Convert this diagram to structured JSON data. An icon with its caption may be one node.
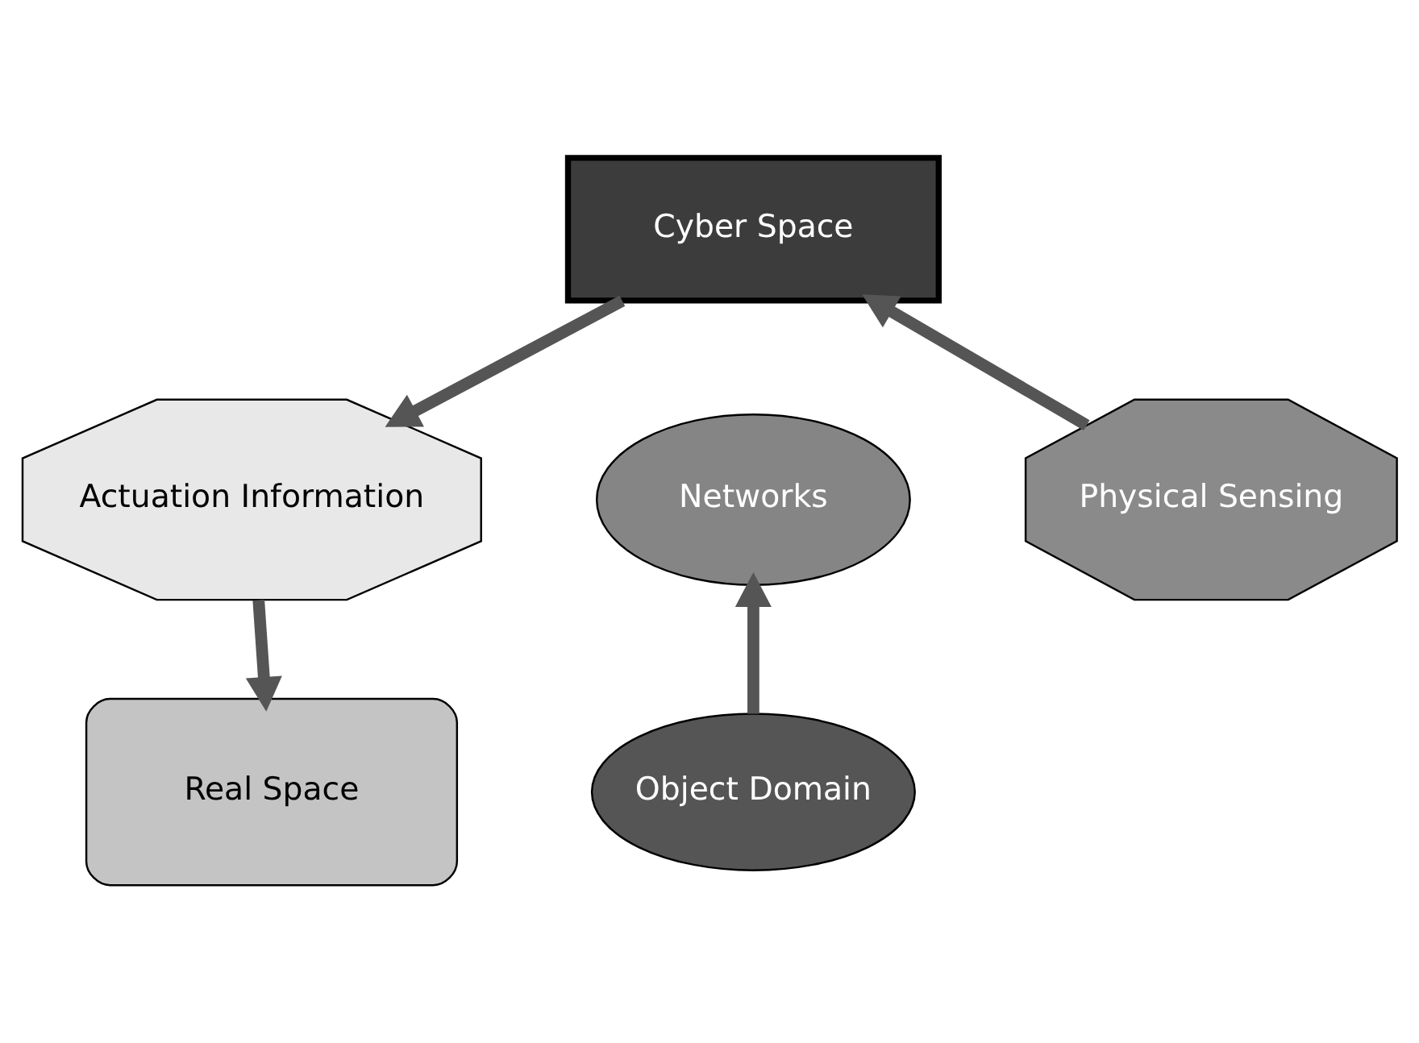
{
  "diagram": {
    "nodes": [
      {
        "text": [
          "Cyber Space"
        ]
      },
      {
        "text": [
          "Physical Sensing"
        ]
      },
      {
        "text": [
          "Networks"
        ]
      },
      {
        "text": [
          "Actuation Information"
        ]
      },
      {
        "text": [
          "Object Domain"
        ]
      },
      {
        "text": [
          "Real Space"
        ]
      }
    ],
    "edges": [
      {
        "from": 1,
        "to": 0,
        "arrow": "to"
      },
      {
        "from": 0,
        "to": 3,
        "arrow": "to"
      },
      {
        "from": 3,
        "to": 5,
        "arrow": "to"
      },
      {
        "from": 4,
        "to": 2,
        "arrow": "to"
      }
    ]
  }
}
